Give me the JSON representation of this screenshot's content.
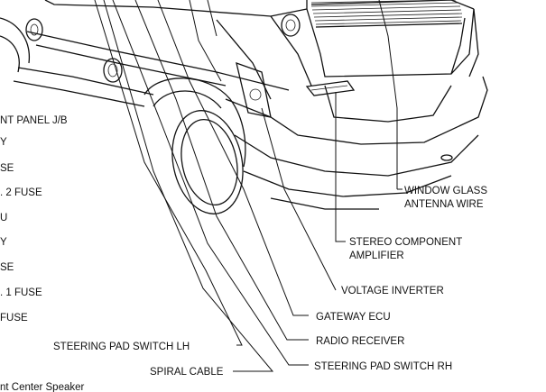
{
  "left_labels": [
    "NT PANEL J/B",
    "Y",
    "SE",
    ". 2 FUSE",
    "U",
    "Y",
    "SE",
    ". 1 FUSE",
    "FUSE"
  ],
  "callouts": {
    "window_glass_antenna_wire": [
      "WINDOW GLASS",
      "ANTENNA WIRE"
    ],
    "stereo_component_amplifier": [
      "STEREO COMPONENT",
      "AMPLIFIER"
    ],
    "voltage_inverter": "VOLTAGE INVERTER",
    "gateway_ecu": "GATEWAY ECU",
    "radio_receiver": "RADIO RECEIVER",
    "steering_pad_switch_rh": "STEERING PAD SWITCH RH",
    "steering_pad_switch_lh": "STEERING PAD SWITCH LH",
    "spiral_cable": "SPIRAL CABLE",
    "front_center_speaker": "nt Center Speaker"
  }
}
